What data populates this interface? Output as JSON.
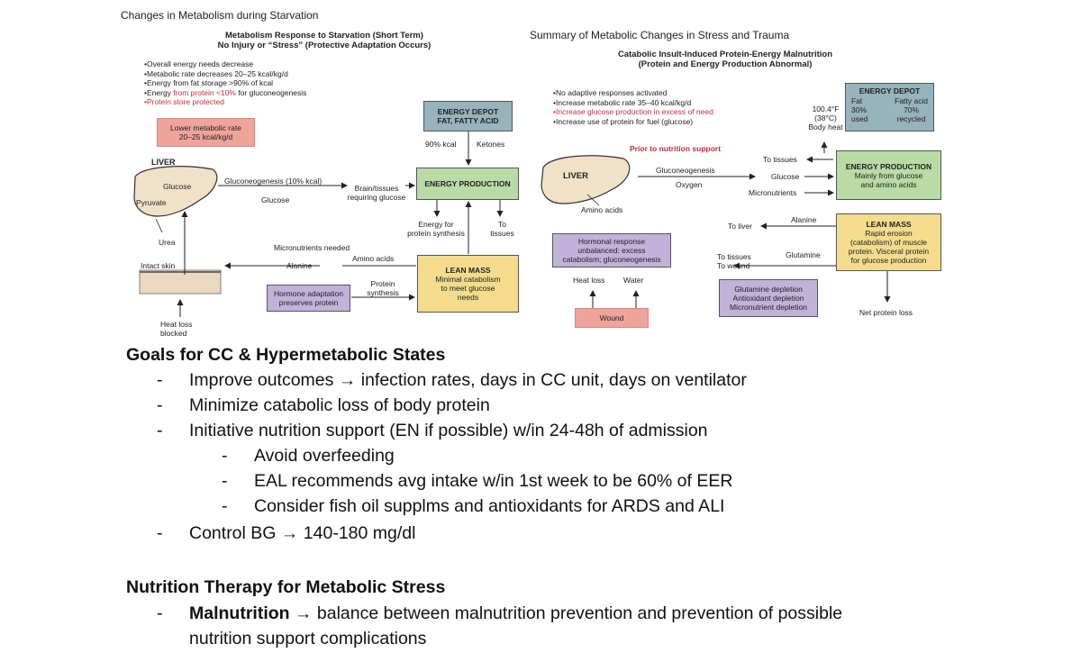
{
  "left_figure": {
    "title": "Changes in Metabolism during Starvation",
    "subtitle_line1": "Metabolism Response to Starvation (Short Term)",
    "subtitle_line2": "No Injury or “Stress” (Protective Adaptation Occurs)",
    "bullets": [
      {
        "pre": "Overall energy needs decrease",
        "red": "",
        "post": ""
      },
      {
        "pre": "Metabolic rate decreases 20–25 kcal/kg/d",
        "red": "",
        "post": ""
      },
      {
        "pre": "Energy from fat storage >90% of kcal",
        "red": "",
        "post": ""
      },
      {
        "pre": "Energy ",
        "red": "from protein <10%",
        "post": " for gluconeogenesis"
      },
      {
        "pre": "",
        "red": "Protein store protected",
        "post": ""
      }
    ],
    "lower_rate_line1": "Lower metabolic rate",
    "lower_rate_line2": "20–25 kcal/kg/d",
    "energy_depot_line1": "ENERGY DEPOT",
    "energy_depot_line2": "FAT, FATTY ACID",
    "kcal_90": "90% kcal",
    "ketones": "Ketones",
    "energy_production": "ENERGY PRODUCTION",
    "liver": "LIVER",
    "glucose_in_liver": "Glucose",
    "pyruvate": "Pyruvate",
    "urea": "Urea",
    "gluconeogenesis": "Gluconeogenesis (10% kcal)",
    "glucose": "Glucose",
    "brain_line1": "Brain/tissues",
    "brain_line2": "requiring glucose",
    "energy_for_line1": "Energy for",
    "energy_for_line2": "protein synthesis",
    "to_tissues_line1": "To",
    "to_tissues_line2": "tissues",
    "micronutrients_needed": "Micronutrients needed",
    "amino_acids": "Amino acids",
    "alanine": "Alanine",
    "intact_skin": "Intact skin",
    "lean_mass": "LEAN MASS",
    "lean_mass_desc_line1": "Minimal catabolism",
    "lean_mass_desc_line2": "to meet glucose",
    "lean_mass_desc_line3": "needs",
    "protein_synth_line1": "Protein",
    "protein_synth_line2": "synthesis",
    "hormone_line1": "Hormone adaptation",
    "hormone_line2": "preserves protein",
    "heat_loss_line1": "Heat loss",
    "heat_loss_line2": "blocked"
  },
  "right_figure": {
    "title": "Summary of Metabolic Changes in Stress and Trauma",
    "subtitle_line1": "Catabolic Insult-Induced Protein-Energy Malnutrition",
    "subtitle_line2": "(Protein and Energy Production Abnormal)",
    "bullets": [
      {
        "text": "No adaptive responses activated",
        "red": false
      },
      {
        "text": "Increase metabolic rate 35–40 kcal/kg/d",
        "red": false
      },
      {
        "text": "Increase glucose production in excess of need",
        "red": true
      },
      {
        "text": "Increase use of protein for fuel (glucose)",
        "red": false
      }
    ],
    "temp_line1": "100.4°F",
    "temp_line2": "(38°C)",
    "temp_line3": "Body heat",
    "energy_depot": "ENERGY DEPOT",
    "fat": "Fat",
    "fat_pct": "30%",
    "fat_used": "used",
    "fatty_acid": "Fatty acid",
    "fa_pct": "70%",
    "fa_recycled": "recycled",
    "prior": "Prior to nutrition support",
    "to_tissues": "To tissues",
    "liver": "LIVER",
    "gluconeogenesis": "Gluconeogenesis",
    "oxygen": "Oxygen",
    "glucose": "Glucose",
    "micronutrients": "Micronutrients",
    "energy_production": "ENERGY PRODUCTION",
    "ep_desc_line1": "Mainly from glucose",
    "ep_desc_line2": "and amino acids",
    "amino_acids": "Amino acids",
    "alanine": "Alanine",
    "to_liver": "To liver",
    "hormonal_line1": "Hormonal response",
    "hormonal_line2": "unbalanced: excess",
    "hormonal_line3": "catabolism; gluconeogenesis",
    "to_tissues_wound_line1": "To tissues",
    "to_tissues_wound_line2": "To wound",
    "glutamine": "Glutamine",
    "lean_mass": "LEAN MASS",
    "lm_line1": "Rapid erosion",
    "lm_line2": "(catabolism) of muscle",
    "lm_line3": "protein. Visceral protein",
    "lm_line4": "for glucose production",
    "heat_loss": "Heat loss",
    "water": "Water",
    "wound": "Wound",
    "depletion_line1": "Glutamine depletion",
    "depletion_line2": "Antioxidant depletion",
    "depletion_line3": "Micronutrient depletion",
    "net_protein_loss": "Net protein loss"
  },
  "notes": {
    "heading1": "Goals for CC & Hypermetabolic States",
    "items1": [
      {
        "level": 1,
        "text": "Improve outcomes → infection rates, days in CC unit, days on ventilator"
      },
      {
        "level": 1,
        "text": "Minimize catabolic loss of body protein"
      },
      {
        "level": 1,
        "text": "Initiative nutrition support (EN if possible) w/in 24-48h of admission"
      },
      {
        "level": 2,
        "text": "Avoid overfeeding"
      },
      {
        "level": 2,
        "text": "EAL recommends avg intake w/in 1st week to be 60% of EER"
      },
      {
        "level": 2,
        "text": "Consider fish oil supplms and antioxidants for ARDS and ALI"
      },
      {
        "level": 1,
        "text": "Control BG → 140-180 mg/dl"
      }
    ],
    "heading2": "Nutrition Therapy for Metabolic Stress",
    "item2_bold": "Malnutrition",
    "item2_text": " → balance between malnutrition prevention and prevention of possible",
    "item2_cont": "nutrition support complications",
    "dash": "-"
  }
}
